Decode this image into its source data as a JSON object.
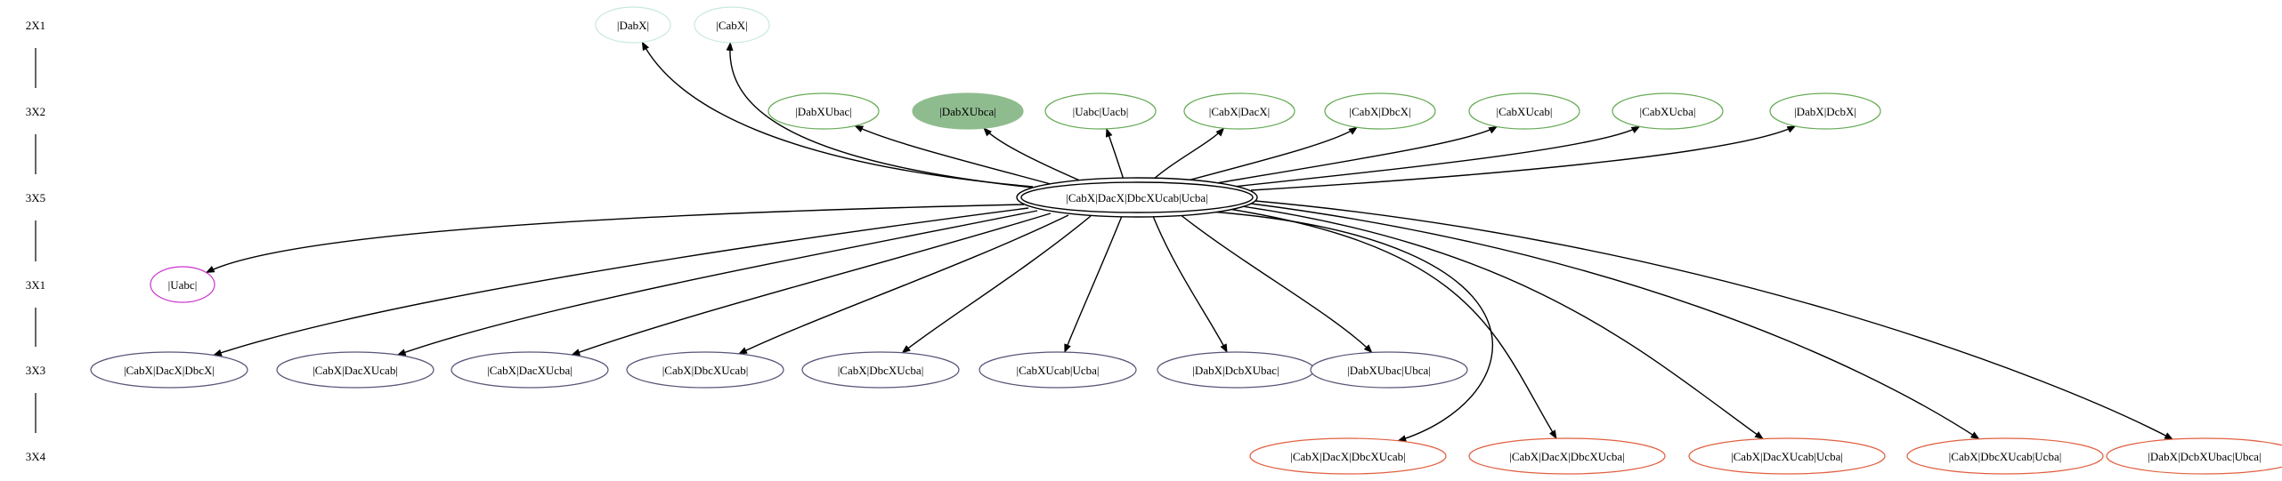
{
  "colors": {
    "edge": "#000000",
    "rank_line": "#000000",
    "rank_2X1": "#c8e8e0",
    "rank_3X2": "#66aa55",
    "rank_3X2_fill": "#8fbc8f",
    "rank_3X5": "#000000",
    "rank_3X1": "#cc33cc",
    "rank_3X3": "#555577",
    "rank_3X4": "#e06040"
  },
  "ranks": [
    "2X1",
    "3X2",
    "3X5",
    "3X1",
    "3X3",
    "3X4"
  ],
  "nodes": [
    {
      "id": "n2x1a",
      "label": "|DabX|",
      "rank": "2X1"
    },
    {
      "id": "n2x1b",
      "label": "|CabX|",
      "rank": "2X1"
    },
    {
      "id": "n3x2a",
      "label": "|DabXUbac|",
      "rank": "3X2"
    },
    {
      "id": "n3x2b",
      "label": "|DabXUbca|",
      "rank": "3X2",
      "filled": true
    },
    {
      "id": "n3x2c",
      "label": "|Uabc|Uacb|",
      "rank": "3X2"
    },
    {
      "id": "n3x2d",
      "label": "|CabX|DacX|",
      "rank": "3X2"
    },
    {
      "id": "n3x2e",
      "label": "|CabX|DbcX|",
      "rank": "3X2"
    },
    {
      "id": "n3x2f",
      "label": "|CabXUcab|",
      "rank": "3X2"
    },
    {
      "id": "n3x2g",
      "label": "|CabXUcba|",
      "rank": "3X2"
    },
    {
      "id": "n3x2h",
      "label": "|DabX|DcbX|",
      "rank": "3X2"
    },
    {
      "id": "center",
      "label": "|CabX|DacX|DbcXUcab|Ucba|",
      "rank": "3X5",
      "double": true
    },
    {
      "id": "n3x1a",
      "label": "|Uabc|",
      "rank": "3X1"
    },
    {
      "id": "n3x3a",
      "label": "|CabX|DacX|DbcX|",
      "rank": "3X3"
    },
    {
      "id": "n3x3b",
      "label": "|CabX|DacXUcab|",
      "rank": "3X3"
    },
    {
      "id": "n3x3c",
      "label": "|CabX|DacXUcba|",
      "rank": "3X3"
    },
    {
      "id": "n3x3d",
      "label": "|CabX|DbcXUcab|",
      "rank": "3X3"
    },
    {
      "id": "n3x3e",
      "label": "|CabX|DbcXUcba|",
      "rank": "3X3"
    },
    {
      "id": "n3x3f",
      "label": "|CabXUcab|Ucba|",
      "rank": "3X3"
    },
    {
      "id": "n3x3g",
      "label": "|DabX|DcbXUbac|",
      "rank": "3X3"
    },
    {
      "id": "n3x3h",
      "label": "|DabXUbac|Ubca|",
      "rank": "3X3"
    },
    {
      "id": "n3x4a",
      "label": "|CabX|DacX|DbcXUcab|",
      "rank": "3X4"
    },
    {
      "id": "n3x4b",
      "label": "|CabX|DacX|DbcXUcba|",
      "rank": "3X4"
    },
    {
      "id": "n3x4c",
      "label": "|CabX|DacXUcab|Ucba|",
      "rank": "3X4"
    },
    {
      "id": "n3x4d",
      "label": "|CabX|DbcXUcab|Ucba|",
      "rank": "3X4"
    },
    {
      "id": "n3x4e",
      "label": "|DabX|DcbXUbac|Ubca|",
      "rank": "3X4"
    }
  ],
  "edges": [
    {
      "from": "center",
      "to": "n2x1a"
    },
    {
      "from": "center",
      "to": "n2x1b"
    },
    {
      "from": "center",
      "to": "n3x2a"
    },
    {
      "from": "center",
      "to": "n3x2b"
    },
    {
      "from": "center",
      "to": "n3x2c"
    },
    {
      "from": "center",
      "to": "n3x2d"
    },
    {
      "from": "center",
      "to": "n3x2e"
    },
    {
      "from": "center",
      "to": "n3x2f"
    },
    {
      "from": "center",
      "to": "n3x2g"
    },
    {
      "from": "center",
      "to": "n3x2h"
    },
    {
      "from": "center",
      "to": "n3x1a"
    },
    {
      "from": "center",
      "to": "n3x3a"
    },
    {
      "from": "center",
      "to": "n3x3b"
    },
    {
      "from": "center",
      "to": "n3x3c"
    },
    {
      "from": "center",
      "to": "n3x3d"
    },
    {
      "from": "center",
      "to": "n3x3e"
    },
    {
      "from": "center",
      "to": "n3x3f"
    },
    {
      "from": "center",
      "to": "n3x3g"
    },
    {
      "from": "center",
      "to": "n3x3h"
    },
    {
      "from": "center",
      "to": "n3x4a"
    },
    {
      "from": "center",
      "to": "n3x4b"
    },
    {
      "from": "center",
      "to": "n3x4c"
    },
    {
      "from": "center",
      "to": "n3x4d"
    },
    {
      "from": "center",
      "to": "n3x4e"
    }
  ]
}
